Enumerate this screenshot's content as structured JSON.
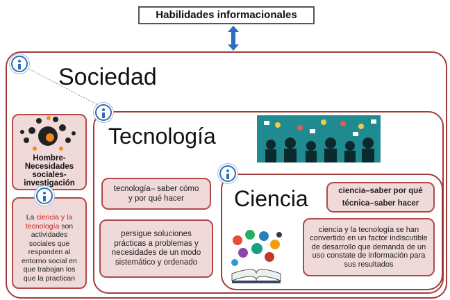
{
  "title": "Habilidades informacionales",
  "sociedad": {
    "label": "Sociedad"
  },
  "hombre": {
    "label": "Hombre-Necesidades sociales-investigación",
    "text_red": "ciencia y la tecnología",
    "text_pre": "La ",
    "text_post": " son actividades sociales que responden al entorno social en que trabajan los que la practican"
  },
  "tecnologia": {
    "label": "Tecnología",
    "box1": "tecnología– saber cómo y por qué hacer",
    "box2": "persigue soluciones prácticas a problemas y necesidades de un modo sistemático y ordenado"
  },
  "ciencia": {
    "label": "Ciencia",
    "box1_line1": "ciencia–saber por qué",
    "box1_line2": "técnica–saber hacer",
    "box2": "ciencia y la tecnología se han convertido en un factor indiscutible de desarrollo que demanda de un uso constate de información para sus resultados"
  },
  "colors": {
    "frame": "#a33a3a",
    "box_fill": "#efd9d9",
    "info_blue": "#2f6eb5",
    "accent_red": "#d42020"
  },
  "icons": [
    "info-icon",
    "double-arrow-icon",
    "people-network-illustration",
    "book-science-illustration",
    "head-network-illustration"
  ]
}
